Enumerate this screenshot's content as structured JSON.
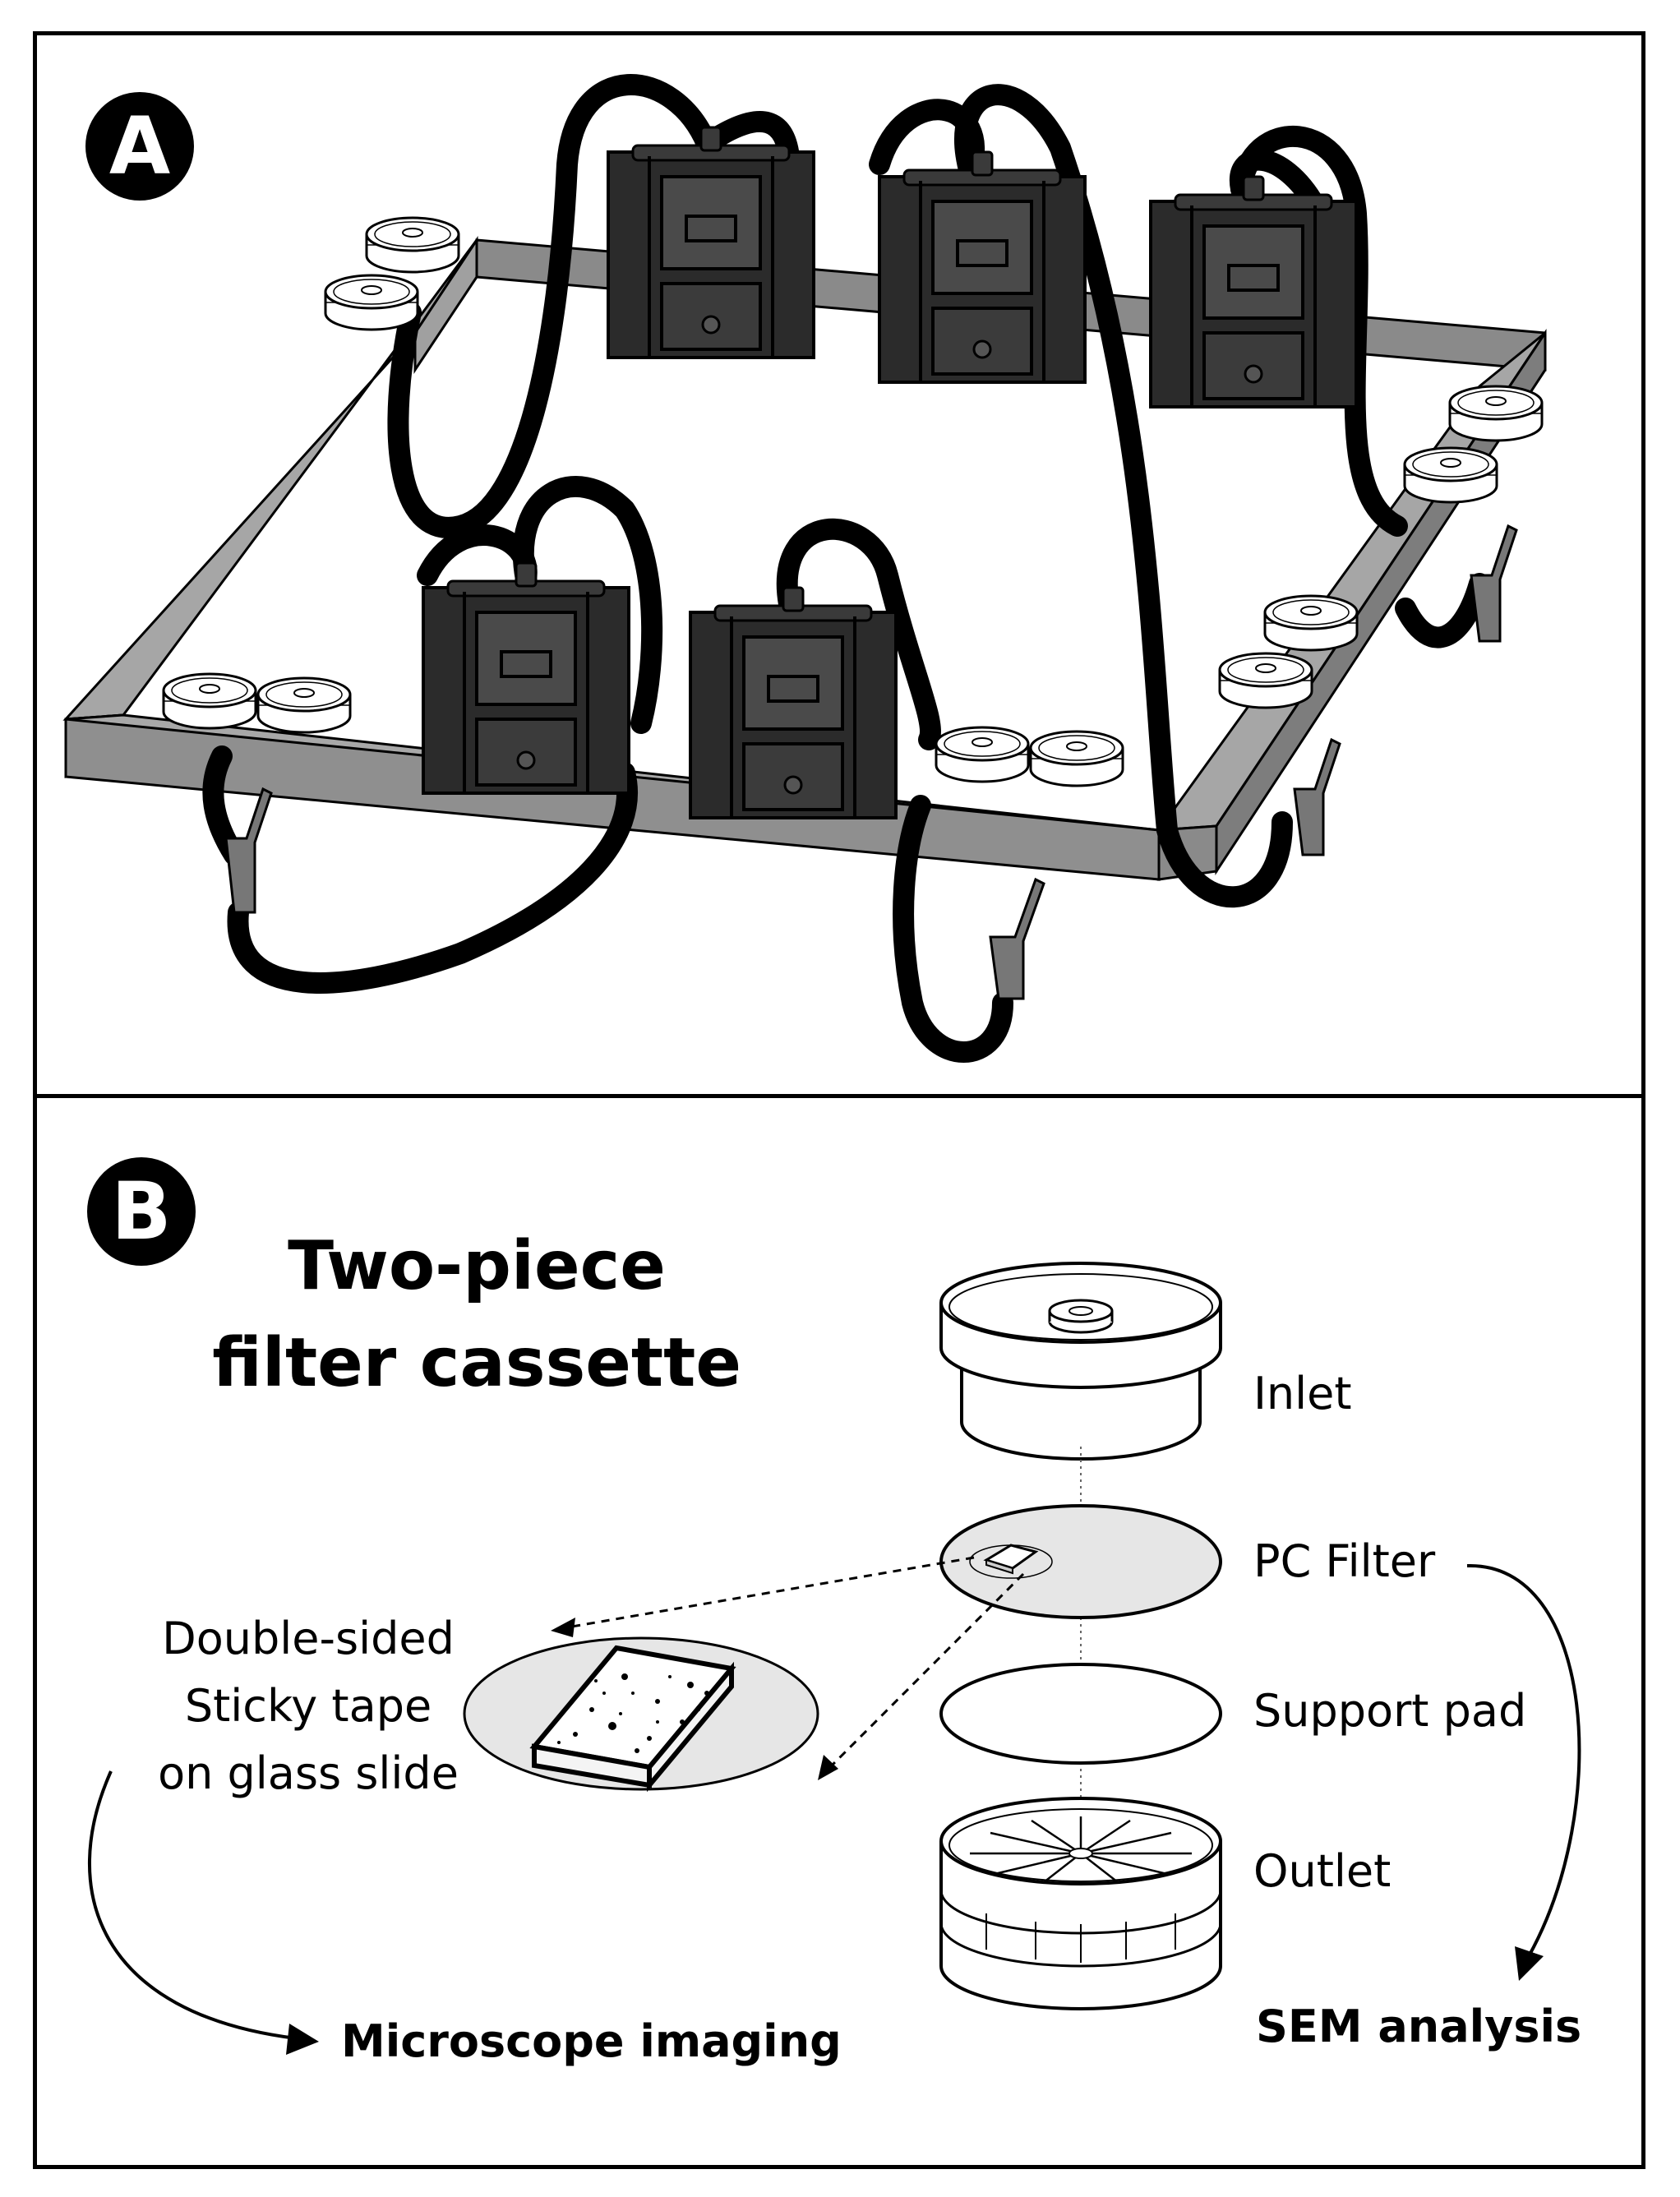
{
  "panel_a": {
    "badge": "A"
  },
  "panel_b": {
    "badge": "B",
    "title_line1": "Two-piece",
    "title_line2": "filter cassette",
    "parts": {
      "inlet": "Inlet",
      "pc_filter": "PC Filter",
      "support_pad": "Support pad",
      "outlet": "Outlet"
    },
    "tape_label": [
      "Double-sided",
      "Sticky tape",
      "on glass slide"
    ],
    "microscope": "Microscope imaging",
    "sem": "SEM analysis"
  },
  "colors": {
    "pump": "#2b2b2b",
    "frame_gray": "#8c8c8c",
    "tube": "#000000",
    "pad": "#e6e6e6"
  }
}
